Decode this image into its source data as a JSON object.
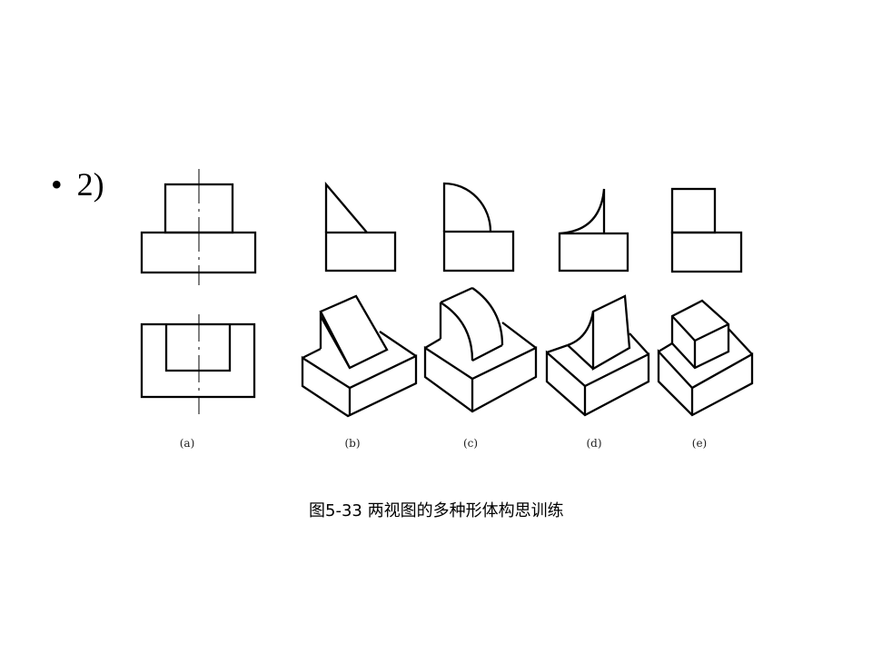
{
  "bullet": {
    "symbol": "•",
    "text": "2)"
  },
  "figures": [
    {
      "id": "a",
      "label": "(a)"
    },
    {
      "id": "b",
      "label": "(b)"
    },
    {
      "id": "c",
      "label": "(c)"
    },
    {
      "id": "d",
      "label": "(d)"
    },
    {
      "id": "e",
      "label": "(e)"
    }
  ],
  "caption": "图5-33  两视图的多种形体构思训练"
}
